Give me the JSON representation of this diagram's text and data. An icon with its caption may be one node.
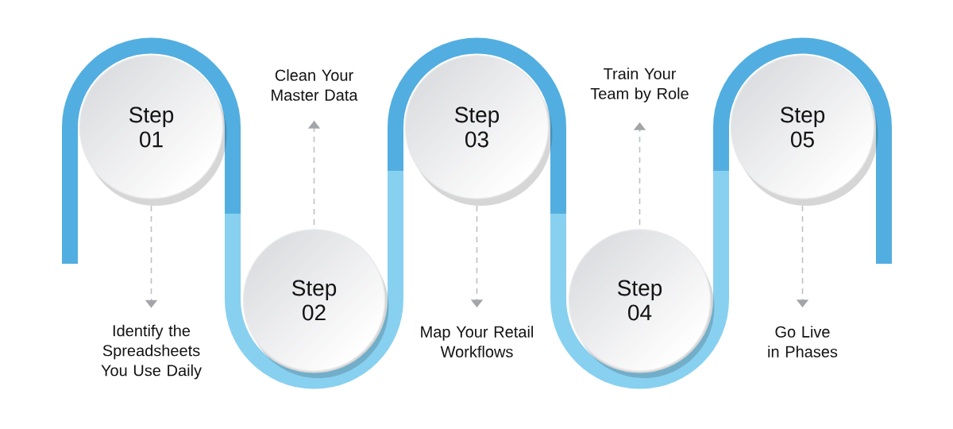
{
  "diagram": {
    "nodes": [
      {
        "text": [
          "Step 01"
        ]
      },
      {
        "text": [
          "Identify the Spreadsheets You Use Daily"
        ]
      },
      {
        "text": [
          "Step 02"
        ]
      },
      {
        "text": [
          "Clean Your Master Data"
        ]
      },
      {
        "text": [
          "Step 03"
        ]
      },
      {
        "text": [
          "Map Your Retail Workflows"
        ]
      },
      {
        "text": [
          "Step 04"
        ]
      },
      {
        "text": [
          "Train Your Team by Role"
        ]
      },
      {
        "text": [
          "Step 05"
        ]
      },
      {
        "text": [
          "Go Live in Phases"
        ]
      }
    ],
    "edges": [
      {
        "from": 0,
        "to": 1,
        "arrow": "to",
        "style": "dashed"
      },
      {
        "from": 2,
        "to": 3,
        "arrow": "to",
        "style": "dashed"
      },
      {
        "from": 4,
        "to": 5,
        "arrow": "to",
        "style": "dashed"
      },
      {
        "from": 6,
        "to": 7,
        "arrow": "to",
        "style": "dashed"
      },
      {
        "from": 8,
        "to": 9,
        "arrow": "to",
        "style": "dashed"
      }
    ]
  }
}
